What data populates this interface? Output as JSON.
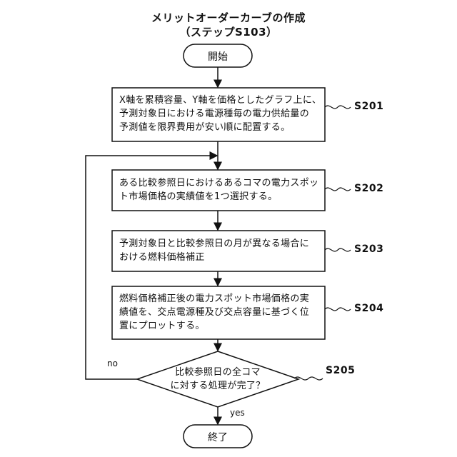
{
  "title": {
    "line1": "メリットオーダーカーブの作成",
    "line2": "（ステップS103）"
  },
  "start": {
    "label": "開始"
  },
  "end": {
    "label": "終了"
  },
  "steps": [
    {
      "id": "S201",
      "lines": [
        "X軸を累積容量、Y軸を価格としたグラフ上に、",
        "予測対象日における電源種毎の電力供給量の",
        "予測値を限界費用が安い順に配置する。"
      ]
    },
    {
      "id": "S202",
      "lines": [
        "ある比較参照日におけるあるコマの電力スポッ",
        "ト市場価格の実績値を1つ選択する。"
      ]
    },
    {
      "id": "S203",
      "lines": [
        "予測対象日と比較参照日の月が異なる場合に",
        "おける燃料価格補正"
      ]
    },
    {
      "id": "S204",
      "lines": [
        "燃料価格補正後の電力スポット市場価格の実",
        "績値を、交点電源種及び交点容量に基づく位",
        "置にプロットする。"
      ]
    }
  ],
  "decision": {
    "id": "S205",
    "lines": [
      "比較参照日の全コマ",
      "に対する処理が完了？"
    ],
    "no_label": "no",
    "yes_label": "yes"
  }
}
